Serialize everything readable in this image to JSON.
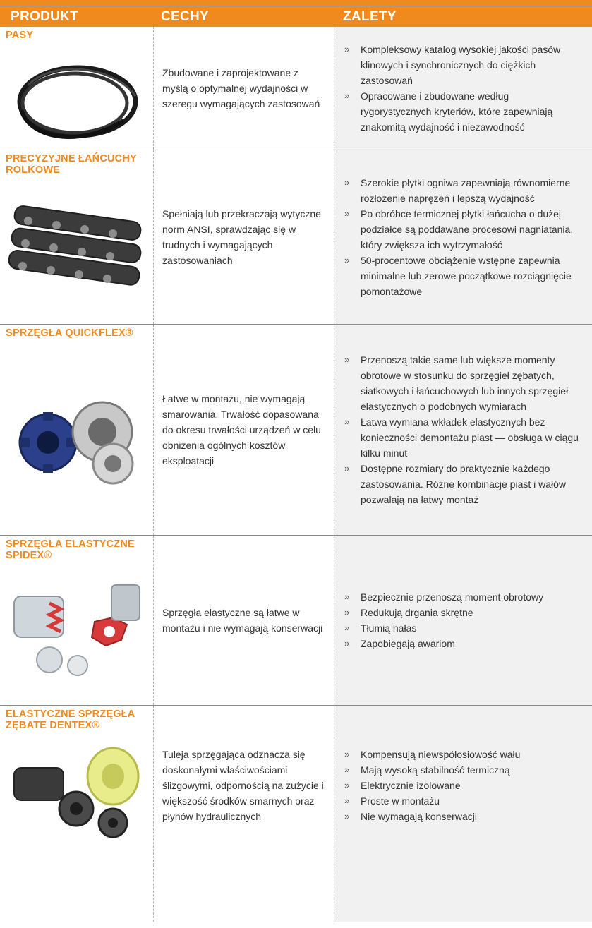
{
  "header": {
    "col1": "PRODUKT",
    "col2": "CECHY",
    "col3": "ZALETY"
  },
  "rows": [
    {
      "name": "PASY",
      "features": "Zbudowane i zaprojektowane z myślą o optymalnej wydajności w szeregu wymagających zastosowań",
      "benefits": [
        "Kompleksowy katalog wysokiej jakości pasów klinowych i synchronicznych do ciężkich zastosowań",
        "Opracowane i zbudowane według rygorystycznych kryteriów, które zapewniają znakomitą wydajność i niezawodność"
      ]
    },
    {
      "name": "PRECYZYJNE ŁAŃCUCHY ROLKOWE",
      "features": "Spełniają lub przekraczają wytyczne norm ANSI, sprawdzając się w trudnych i wymagających zastosowaniach",
      "benefits": [
        "Szerokie płytki ogniwa zapewniają równomierne rozłożenie naprężeń i lepszą wydajność",
        "Po obróbce termicznej płytki łańcucha o dużej podziałce są poddawane procesowi nagniatania, który zwiększa ich wytrzymałość",
        "50-procentowe obciążenie wstępne zapewnia minimalne lub zerowe początkowe rozciągnięcie pomontażowe"
      ]
    },
    {
      "name": "SPRZĘGŁA QUICKFLEX®",
      "features": "Łatwe w montażu, nie wymagają smarowania. Trwałość dopasowana do okresu trwałości urządzeń w celu obniżenia ogólnych kosztów eksploatacji",
      "benefits": [
        "Przenoszą takie same lub większe momenty obrotowe w stosunku do sprzęgieł zębatych, siatkowych i łańcuchowych lub innych sprzęgieł elastycznych o podobnych wymiarach",
        "Łatwa wymiana wkładek elastycznych bez konieczności demontażu piast — obsługa w ciągu kilku minut",
        "Dostępne rozmiary do praktycznie każdego zastosowania. Różne kombinacje piast i wałów pozwalają na łatwy montaż"
      ]
    },
    {
      "name": "SPRZĘGŁA ELASTYCZNE SPIDEX®",
      "features": "Sprzęgła elastyczne są łatwe w montażu i nie wymagają konserwacji",
      "benefits": [
        "Bezpiecznie przenoszą moment obrotowy",
        "Redukują drgania skrętne",
        "Tłumią hałas",
        "Zapobiegają awariom"
      ]
    },
    {
      "name": "ELASTYCZNE SPRZĘGŁA ZĘBATE DENTEX®",
      "features": "Tuleja sprzęgająca odznacza się doskonałymi właściwościami ślizgowymi, odpornością na zużycie i większość środków smarnych oraz płynów hydraulicznych",
      "benefits": [
        "Kompensują niewspółosiowość wału",
        "Mają wysoką stabilność termiczną",
        "Elektrycznie izolowane",
        "Proste w montażu",
        "Nie wymagają konserwacji"
      ]
    }
  ]
}
